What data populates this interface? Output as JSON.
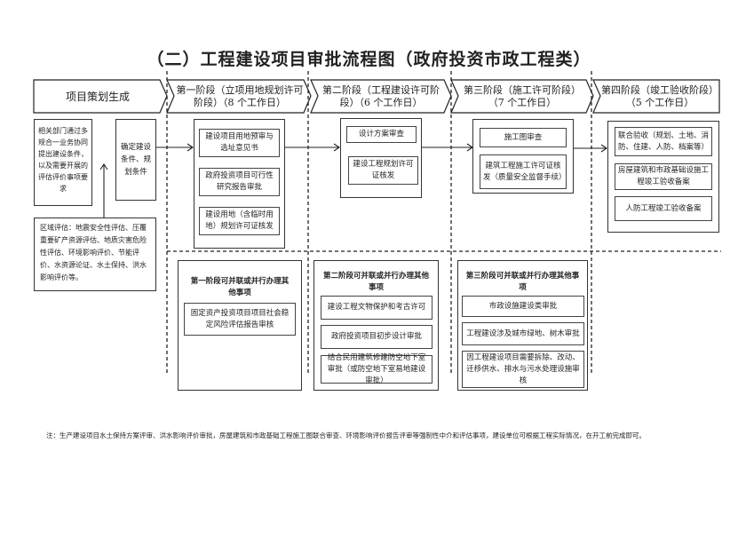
{
  "title": "（二）工程建设项目审批流程图（政府投资市政工程类）",
  "header": {
    "planning": "项目策划生成",
    "stage1": "第一阶段（立项用地规划许可阶段）（8 个工作日）",
    "stage2": "第二阶段（工程建设许可阶段）（6 个工作日）",
    "stage3": "第三阶段（施工许可阶段）（7 个工作日）",
    "stage4": "第四阶段（竣工验收阶段）（5 个工作日）"
  },
  "planning": {
    "requirements": "相关部门通过多规合一业务协同提出建设条件，以及需要开展的评估评价事项要求",
    "conditions": "确定建设条件、规划条件",
    "regional": "区域评估：地震安全性评估、压覆重要矿产资源评估、地质灾害危险性评估、环境影响评价、节能评价、水资源论证、水土保持、洪水影响评价等。"
  },
  "stage1": {
    "items": [
      "建设项目用地预审与选址意见书",
      "政府投资项目可行性研究报告审批",
      "建设用地（含临时用地）规划许可证核发"
    ]
  },
  "stage2": {
    "items": [
      "设计方案审查",
      "建设工程规划许可证核发"
    ]
  },
  "stage3": {
    "items": [
      "施工图审查",
      "建筑工程施工许可证核发（质量安全监督手续）"
    ]
  },
  "stage4": {
    "items": [
      "联合验收（规划、土地、消防、住建、人防、档案等）",
      "房屋建筑和市政基础设施工程竣工验收备案",
      "人防工程竣工验收备案"
    ]
  },
  "parallel": [
    {
      "title": "第一阶段可并联或并行办理其他事项",
      "items": [
        "固定资产投资项目项目社会稳定风险评估报告审核"
      ]
    },
    {
      "title": "第二阶段可并联或并行办理其他事项",
      "items": [
        "建设工程文物保护和考古许可",
        "政府投资项目初步设计审批",
        "结合民用建筑修建防空地下室审批（或防空地下室易地建设审批）"
      ]
    },
    {
      "title": "第三阶段可并联或并行办理其他事项",
      "items": [
        "市政设施建设类审批",
        "工程建设涉及城市绿地、树木审批",
        "因工程建设项目需要拆除、改动、迁移供水、排水与污水处理设施审核"
      ]
    }
  ],
  "note": "注：生产建设项目水土保持方案评审、洪水影响评价审批，房屋建筑和市政基础工程施工图联合审查、环境影响评价报告评审等强制性中介和评估事项，建设单位可根据工程实际情况，在开工前完成即可。"
}
